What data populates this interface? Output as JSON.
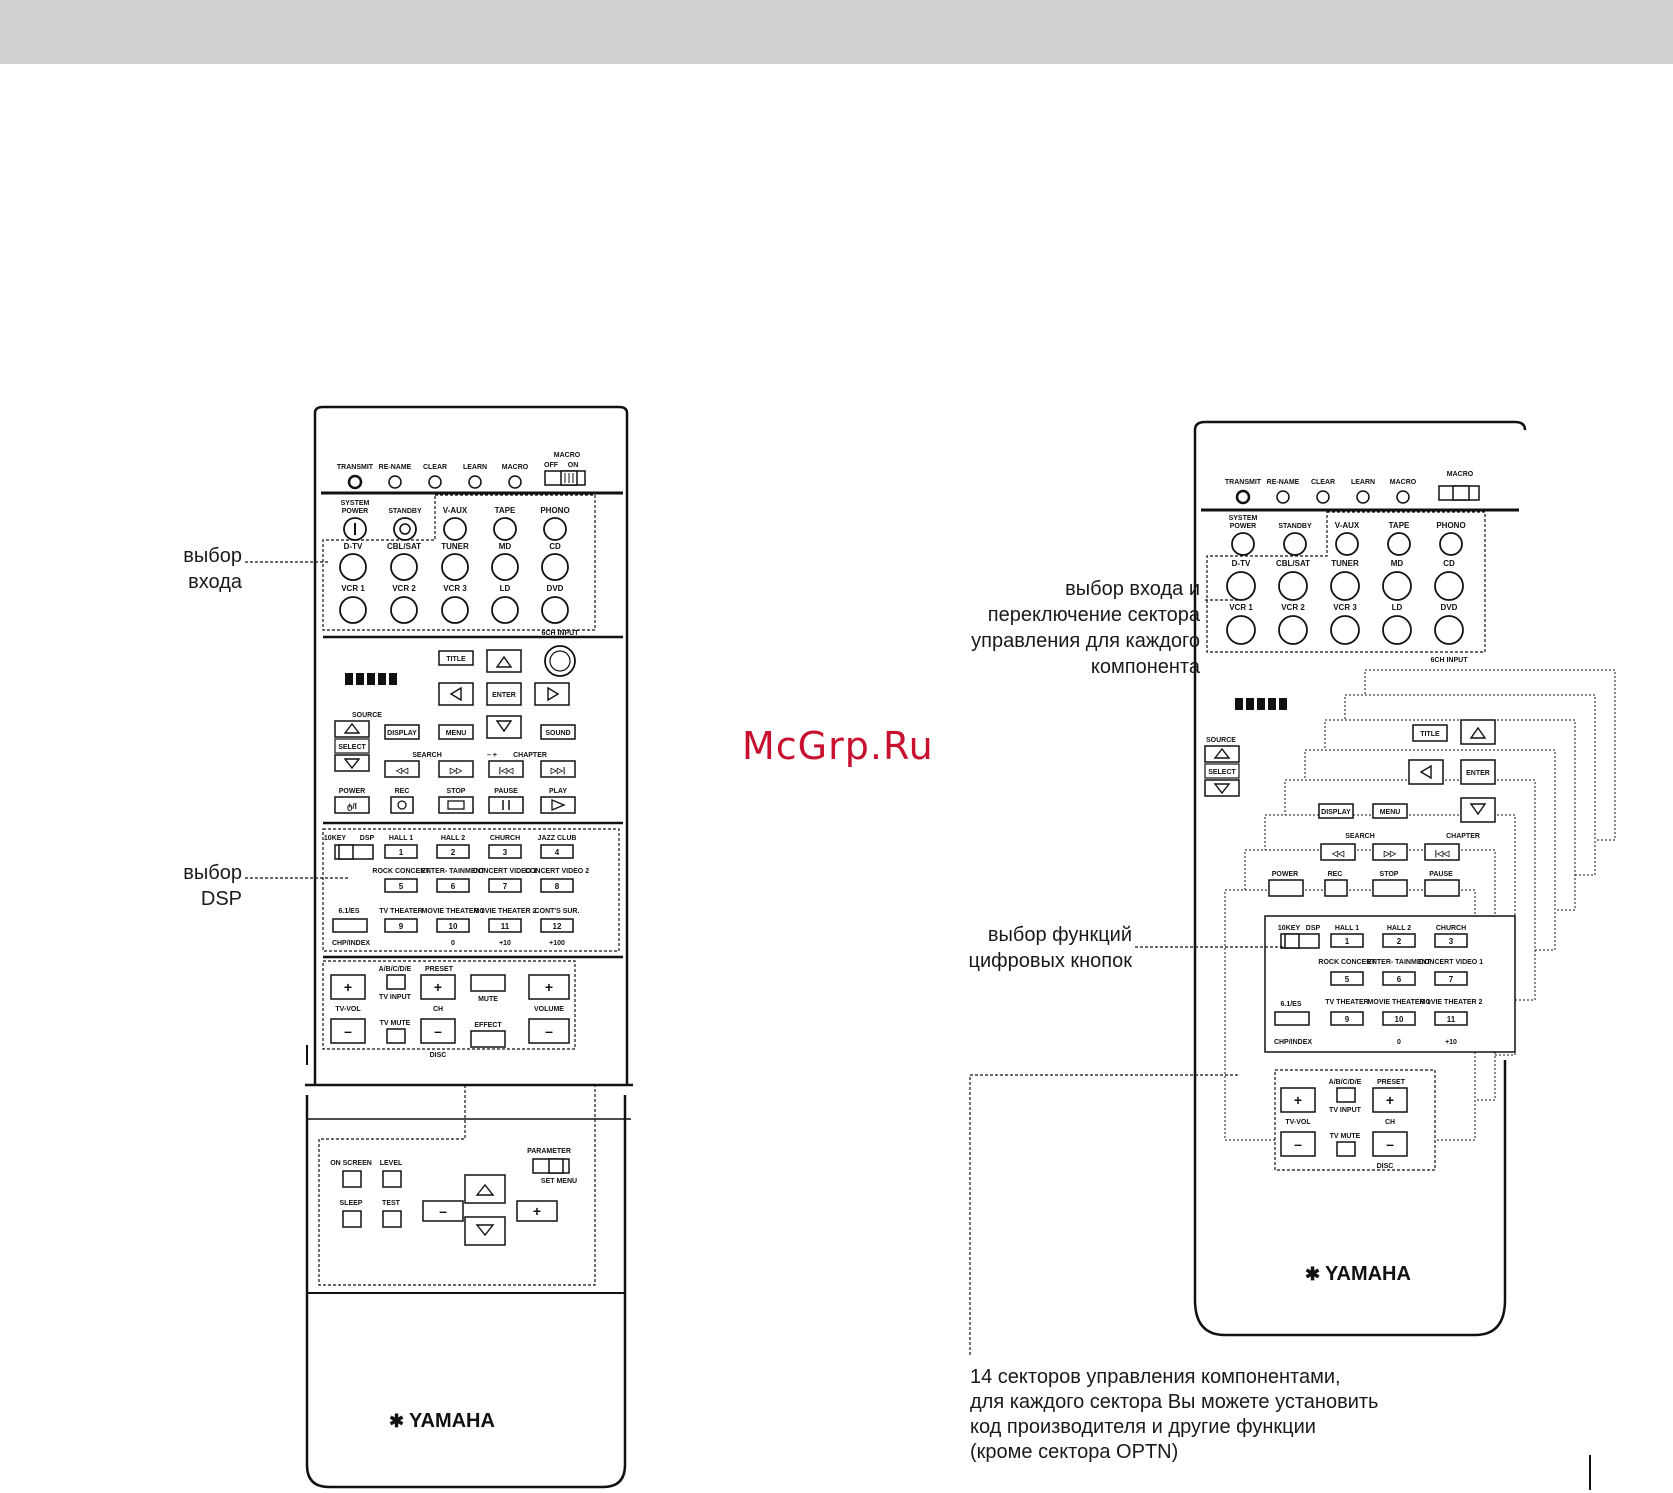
{
  "header": {
    "bar_color": "#d0d0d0"
  },
  "watermark": {
    "text": "McGrp.Ru",
    "color": "#c8102e"
  },
  "annotations_left": {
    "input_select": [
      "выбор",
      "входа"
    ],
    "dsp_select": [
      "выбор",
      "DSP"
    ]
  },
  "annotations_right": {
    "input_select": [
      "выбор входа и",
      "переключение сектора",
      "управления для каждого",
      "компонента"
    ],
    "numeric_functions": [
      "выбор функций",
      "цифровых кнопок"
    ]
  },
  "note": [
    "14 секторов управления компонентами,",
    "для каждого сектора Вы можете установить",
    "код производителя и другие функции",
    "(кроме сектора OPTN)"
  ],
  "remote": {
    "brand": "YAMAHA",
    "indicators": [
      "TRANSMIT",
      "RE-NAME",
      "CLEAR",
      "LEARN",
      "MACRO"
    ],
    "macro_switch": {
      "label": "MACRO",
      "off": "OFF",
      "on": "ON"
    },
    "system_power": [
      "SYSTEM",
      "POWER"
    ],
    "standby": "STANDBY",
    "input_rows": [
      [
        "V-AUX",
        "TAPE",
        "PHONO"
      ],
      [
        "D-TV",
        "CBL/SAT",
        "TUNER",
        "MD",
        "CD"
      ],
      [
        "VCR 1",
        "VCR 2",
        "VCR 3",
        "LD",
        "DVD"
      ]
    ],
    "six_ch_input": "6CH INPUT",
    "nav": {
      "title": "TITLE",
      "enter": "ENTER",
      "display": "DISPLAY",
      "menu": "MENU",
      "sound": "SOUND"
    },
    "source": {
      "label": "SOURCE",
      "select": "SELECT"
    },
    "search": "SEARCH",
    "chapter": "CHAPTER",
    "chapter_sign": "–    +",
    "transport": [
      "POWER",
      "REC",
      "STOP",
      "PAUSE",
      "PLAY"
    ],
    "dsp_switch": {
      "left": "10KEY",
      "right": "DSP"
    },
    "dsp_row1": [
      {
        "label": "HALL 1",
        "num": "1"
      },
      {
        "label": "HALL 2",
        "num": "2"
      },
      {
        "label": "CHURCH",
        "num": "3"
      },
      {
        "label": "JAZZ CLUB",
        "num": "4"
      }
    ],
    "dsp_row2": [
      {
        "label": "ROCK CONCERT",
        "num": "5"
      },
      {
        "label": "ENTER- TAINMENT",
        "num": "6"
      },
      {
        "label": "CONCERT VIDEO 1",
        "num": "7"
      },
      {
        "label": "CONCERT VIDEO 2",
        "num": "8"
      }
    ],
    "dsp_row3": [
      {
        "label": "TV THEATER",
        "num": "9"
      },
      {
        "label": "MOVIE THEATER 1",
        "num": "10"
      },
      {
        "label": "MOVIE THEATER 2",
        "num": "11"
      },
      {
        "label": "CONT'S SUR.",
        "num": "12"
      }
    ],
    "dsp_extra": {
      "es": "6.1/ES",
      "chp": "CHP/INDEX",
      "zero": "0",
      "plus10": "+10",
      "plus100": "+100"
    },
    "bottom": {
      "abcde": "A/B/C/D/E",
      "preset": "PRESET",
      "tv_vol": "TV-VOL",
      "tv_input": "TV INPUT",
      "tv_mute": "TV MUTE",
      "ch": "CH",
      "mute": "MUTE",
      "effect": "EFFECT",
      "volume": "VOLUME",
      "disc": "DISC"
    },
    "lower_panel": {
      "on_screen": "ON SCREEN",
      "level": "LEVEL",
      "sleep": "SLEEP",
      "test": "TEST",
      "parameter": "PARAMETER",
      "set_menu": "SET MENU"
    }
  }
}
